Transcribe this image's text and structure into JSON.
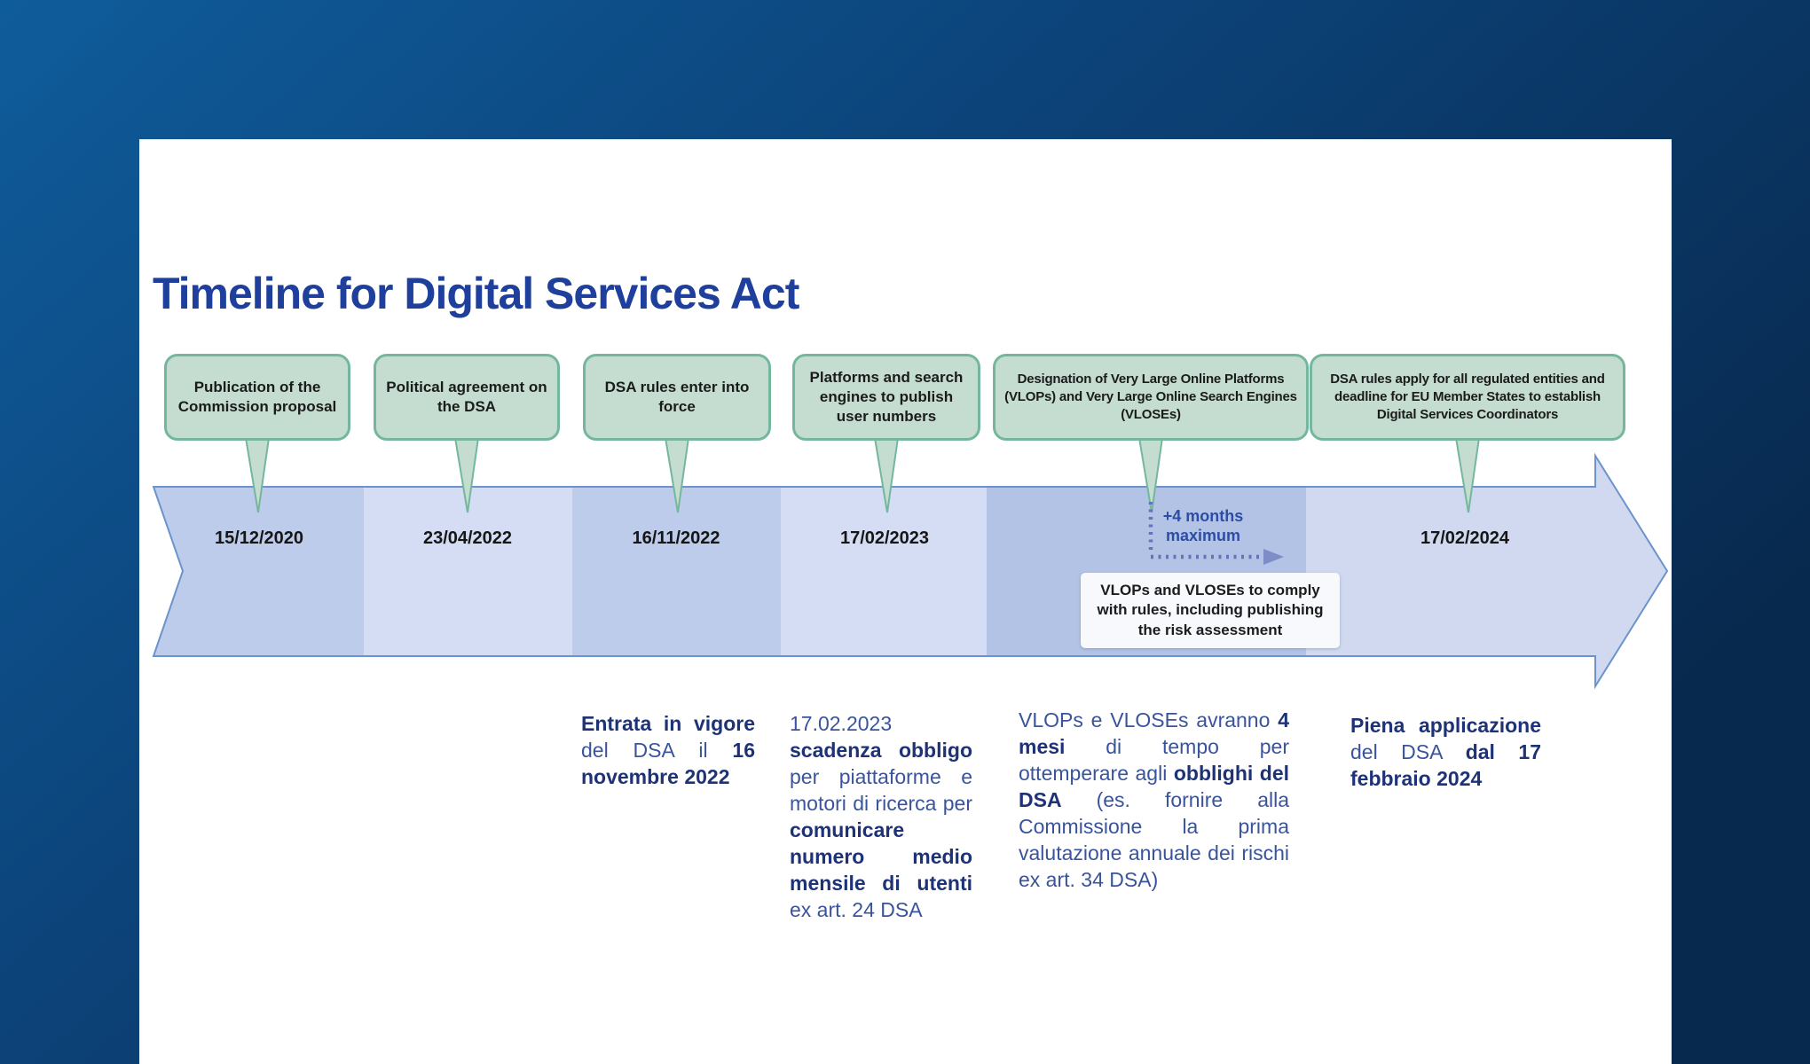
{
  "colors": {
    "bg_top": "#0F5C9B",
    "bg_bottom": "#08294E",
    "slide_bg": "#FFFFFF",
    "title_blue": "#1E3F9B",
    "green_fill": "#C4DDD0",
    "green_border": "#74B79E",
    "callout_text": "#1B1B1B",
    "seg_dark": "#BDCCEA",
    "seg_light": "#D4DDF3",
    "seg_mid": "#B3C3E6",
    "seg_end": "#D0D9F0",
    "band_border": "#6B93CC",
    "date_text": "#161616",
    "plus4_blue": "#2B4DA5",
    "dotted_line": "#6673BB",
    "dotted_head": "#7E8CC8",
    "note_bg": "#F8F9FC",
    "it_regular": "#3A549C",
    "it_bold": "#1E3277"
  },
  "slide": {
    "title": "Timeline for Digital Services Act"
  },
  "timeline": {
    "events": [
      {
        "label": "Publication of the Commission proposal",
        "date": "15/12/2020"
      },
      {
        "label": "Political agreement on the DSA",
        "date": "23/04/2022"
      },
      {
        "label": "DSA rules enter into force",
        "date": "16/11/2022"
      },
      {
        "label": "Platforms and search engines to publish user numbers",
        "date": "17/02/2023"
      },
      {
        "label": "Designation of Very Large Online Platforms (VLOPs) and Very Large Online Search Engines (VLOSEs)",
        "date": ""
      },
      {
        "label": "DSA rules apply for all regulated entities and deadline for EU Member States to establish Digital Services Coordinators",
        "date": "17/02/2024"
      }
    ],
    "plus4": {
      "line1": "+4 months",
      "line2": "maximum"
    },
    "compliance_note": "VLOPs and VLOSEs to comply with rules, including publishing the risk assessment"
  },
  "notes": {
    "entrata": {
      "r0": "Entrata in vigore",
      "r1": " del DSA il ",
      "r2": "16 novembre 2022"
    },
    "scadenza": {
      "r0": "17.02.2023 ",
      "r1": "scadenza obbligo",
      "r2": " per piattaforme e motori di ricerca per ",
      "r3": "comunicare numero medio mensile di utenti",
      "r4": " ex art. 24 DSA"
    },
    "vlops": {
      "r0": "VLOPs e VLOSEs avranno ",
      "r1": "4 mesi",
      "r2": " di tempo per ottemperare agli ",
      "r3": "obblighi del DSA",
      "r4": " (es. fornire alla Commissione la prima valutazione annuale dei rischi ex art. 34 DSA)"
    },
    "piena": {
      "r0": "Piena applicazione",
      "r1": " del DSA ",
      "r2": "dal 17 febbraio 2024"
    }
  }
}
